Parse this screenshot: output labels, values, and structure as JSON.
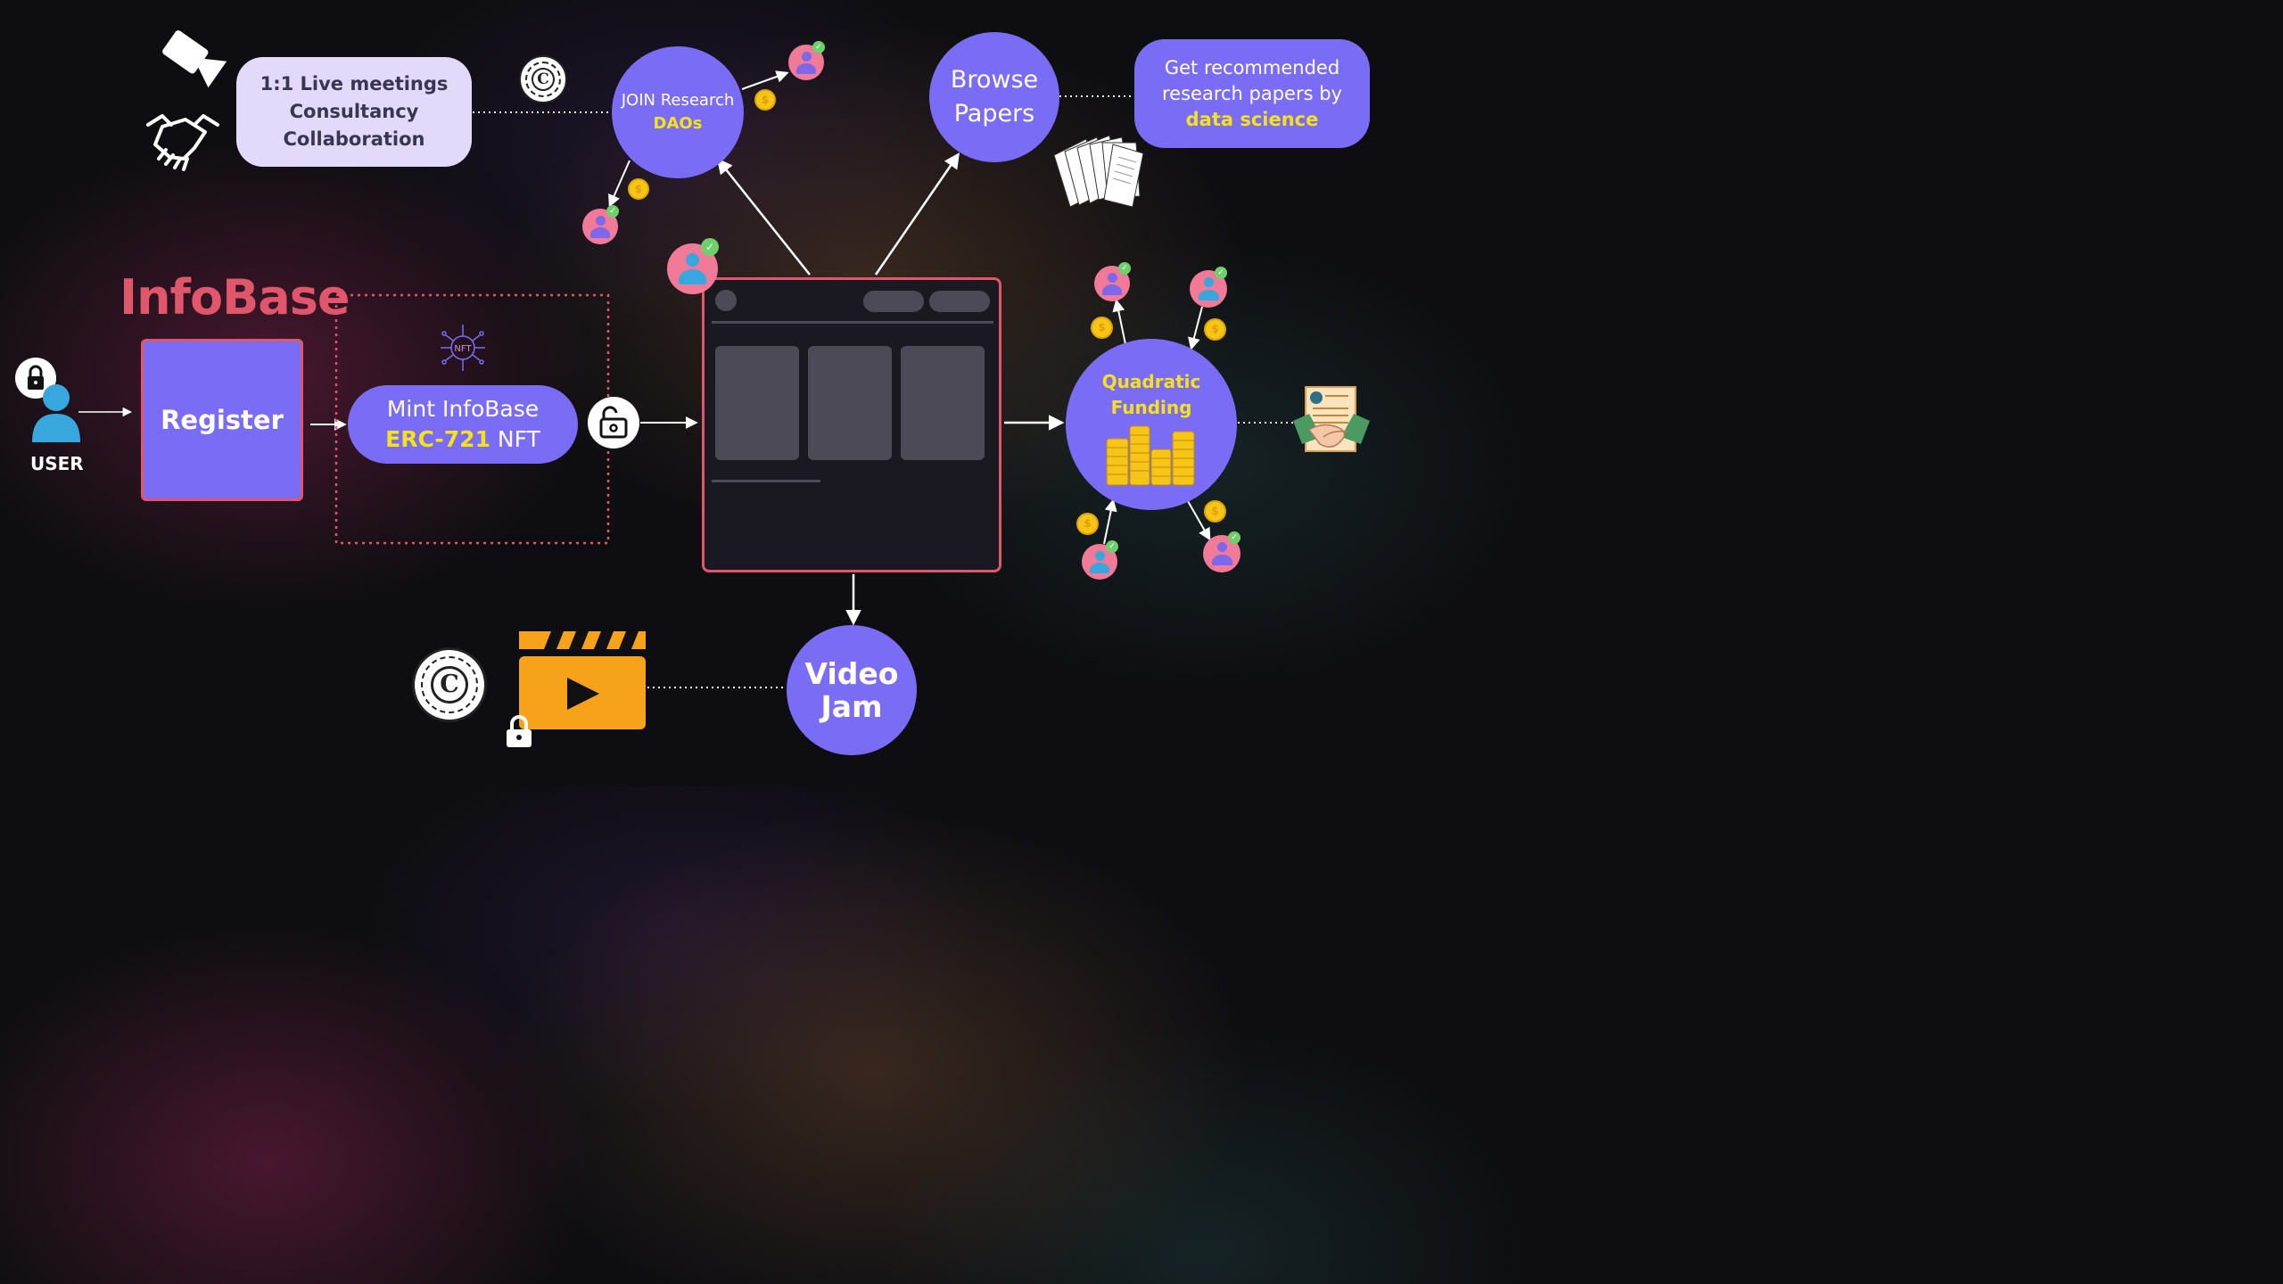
{
  "brand": {
    "title": "InfoBase",
    "color": "#e0566b"
  },
  "user": {
    "label": "USER",
    "icon": "user-icon",
    "lock_icon": "lock-icon"
  },
  "register": {
    "label": "Register"
  },
  "mint": {
    "line1": "Mint InfoBase",
    "highlight": "ERC-721",
    "suffix": " NFT",
    "icon": "nft-chip-icon"
  },
  "meetings": {
    "lines": [
      "1:1 Live meetings",
      "Consultancy",
      "Collaboration"
    ]
  },
  "dao": {
    "line1": "JOIN Research",
    "line2": "DAOs"
  },
  "browse": {
    "line1": "Browse",
    "line2": "Papers"
  },
  "recommend": {
    "line1": "Get recommended",
    "line2": "research papers by",
    "highlight": "data science"
  },
  "funding": {
    "line1": "Quadratic",
    "line2": "Funding"
  },
  "video": {
    "line1": "Video",
    "line2": "Jam"
  },
  "coin_symbol": "$",
  "colors": {
    "accent_purple": "#7b6cf5",
    "highlight_yellow": "#f5e21b",
    "brand_red": "#e0566b",
    "light_lavender": "#e2d9fb",
    "orange_clapper": "#f7a21b"
  },
  "icons": [
    "video-camera-icon",
    "handshake-icon",
    "copyright-icon",
    "papers-icon",
    "unlock-icon",
    "dashboard-window",
    "gold-coins-stack-icon",
    "contract-handshake-icon",
    "clapperboard-icon"
  ]
}
